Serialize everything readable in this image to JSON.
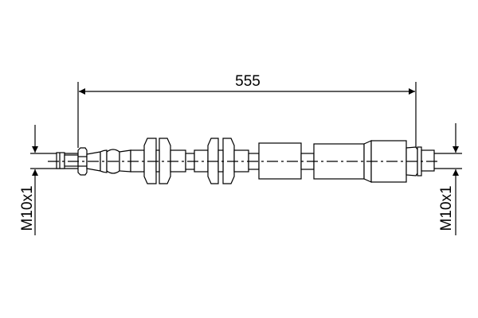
{
  "drawing": {
    "length_dimension": "555",
    "left_thread_label": "M10x1",
    "right_thread_label": "M10x1",
    "line_color": "#000000",
    "background_color": "#ffffff"
  }
}
